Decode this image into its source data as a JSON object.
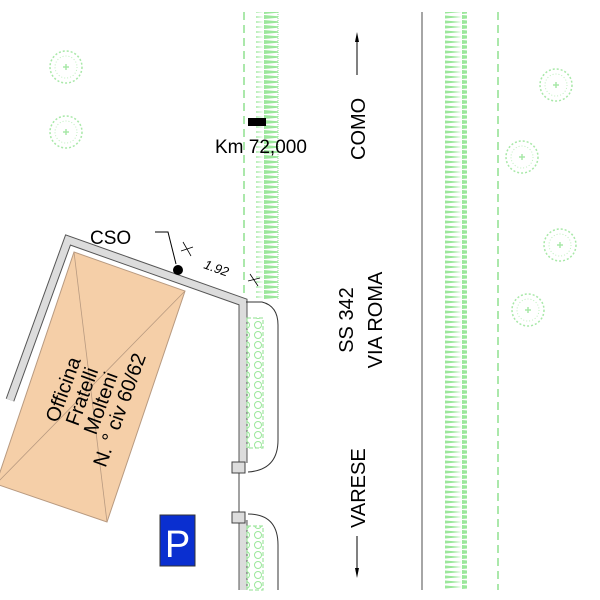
{
  "labels": {
    "cso": "CSO",
    "dimension": "1.92",
    "km_marker": "Km 72,000",
    "north_destination": "COMO",
    "south_destination": "VARESE",
    "road_code": "SS 342",
    "road_name": "VIA ROMA",
    "parking": "P",
    "building": [
      "Officina",
      "Fratelli",
      "Molteni",
      "N. ° civ 60/62"
    ]
  },
  "colors": {
    "grass": "#8fe08f",
    "building_fill": "#f5cfa8",
    "wall": "#dcdcdc",
    "parking_blue": "#0a2fd0"
  }
}
